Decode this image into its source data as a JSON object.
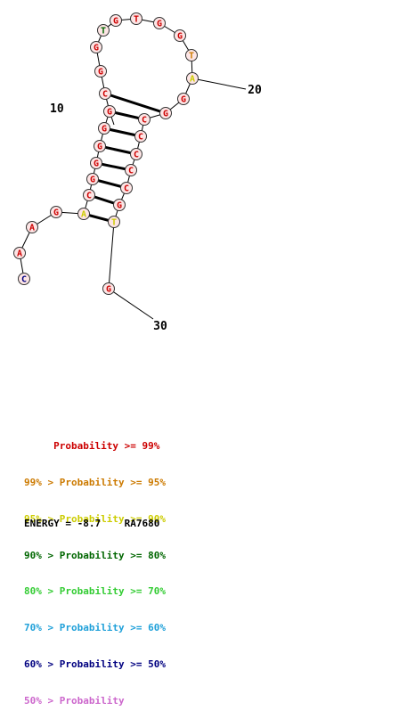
{
  "sequence": [
    "C",
    "A",
    "A",
    "G",
    "A",
    "C",
    "G",
    "G",
    "G",
    "G",
    "G",
    "C",
    "G",
    "G",
    "T",
    "G",
    "T",
    "G",
    "G",
    "T",
    "A",
    "G",
    "G",
    "C",
    "C",
    "C",
    "C",
    "C",
    "G",
    "T",
    "G"
  ],
  "nucleotide_colors": [
    "p50",
    "p99",
    "p99",
    "p99",
    "p90",
    "p99",
    "p99",
    "p99",
    "p99",
    "p99",
    "p99",
    "p99",
    "p99",
    "p99",
    "p80",
    "p99",
    "p99",
    "p99",
    "p99",
    "p95",
    "p90",
    "p99",
    "p99",
    "p99",
    "p99",
    "p99",
    "p99",
    "p99",
    "p99",
    "p90",
    "p99"
  ],
  "base_pairs": [
    [
      5,
      30
    ],
    [
      6,
      29
    ],
    [
      7,
      28
    ],
    [
      8,
      27
    ],
    [
      9,
      26
    ],
    [
      10,
      25
    ],
    [
      11,
      24
    ],
    [
      12,
      23
    ]
  ],
  "position_labels": [
    {
      "index": 11,
      "text": "10"
    },
    {
      "index": 21,
      "text": "20"
    },
    {
      "index": 31,
      "text": "30"
    }
  ],
  "palette": {
    "p99": "#cc0000",
    "p95": "#cc7a00",
    "p90": "#cccc00",
    "p80": "#006600",
    "p70": "#33cc33",
    "p60": "#1fa0d9",
    "p50": "#000080",
    "plow": "#cc66cc",
    "fill": "#fde5e5"
  },
  "legend": [
    {
      "text": "     Probability >= 99%",
      "color": "#cc0000"
    },
    {
      "text": "99% > Probability >= 95%",
      "color": "#cc7a00"
    },
    {
      "text": "95% > Probability >= 90%",
      "color": "#cccc00"
    },
    {
      "text": "90% > Probability >= 80%",
      "color": "#006600"
    },
    {
      "text": "80% > Probability >= 70%",
      "color": "#33cc33"
    },
    {
      "text": "70% > Probability >= 60%",
      "color": "#1fa0d9"
    },
    {
      "text": "60% > Probability >= 50%",
      "color": "#000080"
    },
    {
      "text": "50% > Probability",
      "color": "#cc66cc"
    }
  ],
  "energy_text": "ENERGY = -8.7    RA7680"
}
